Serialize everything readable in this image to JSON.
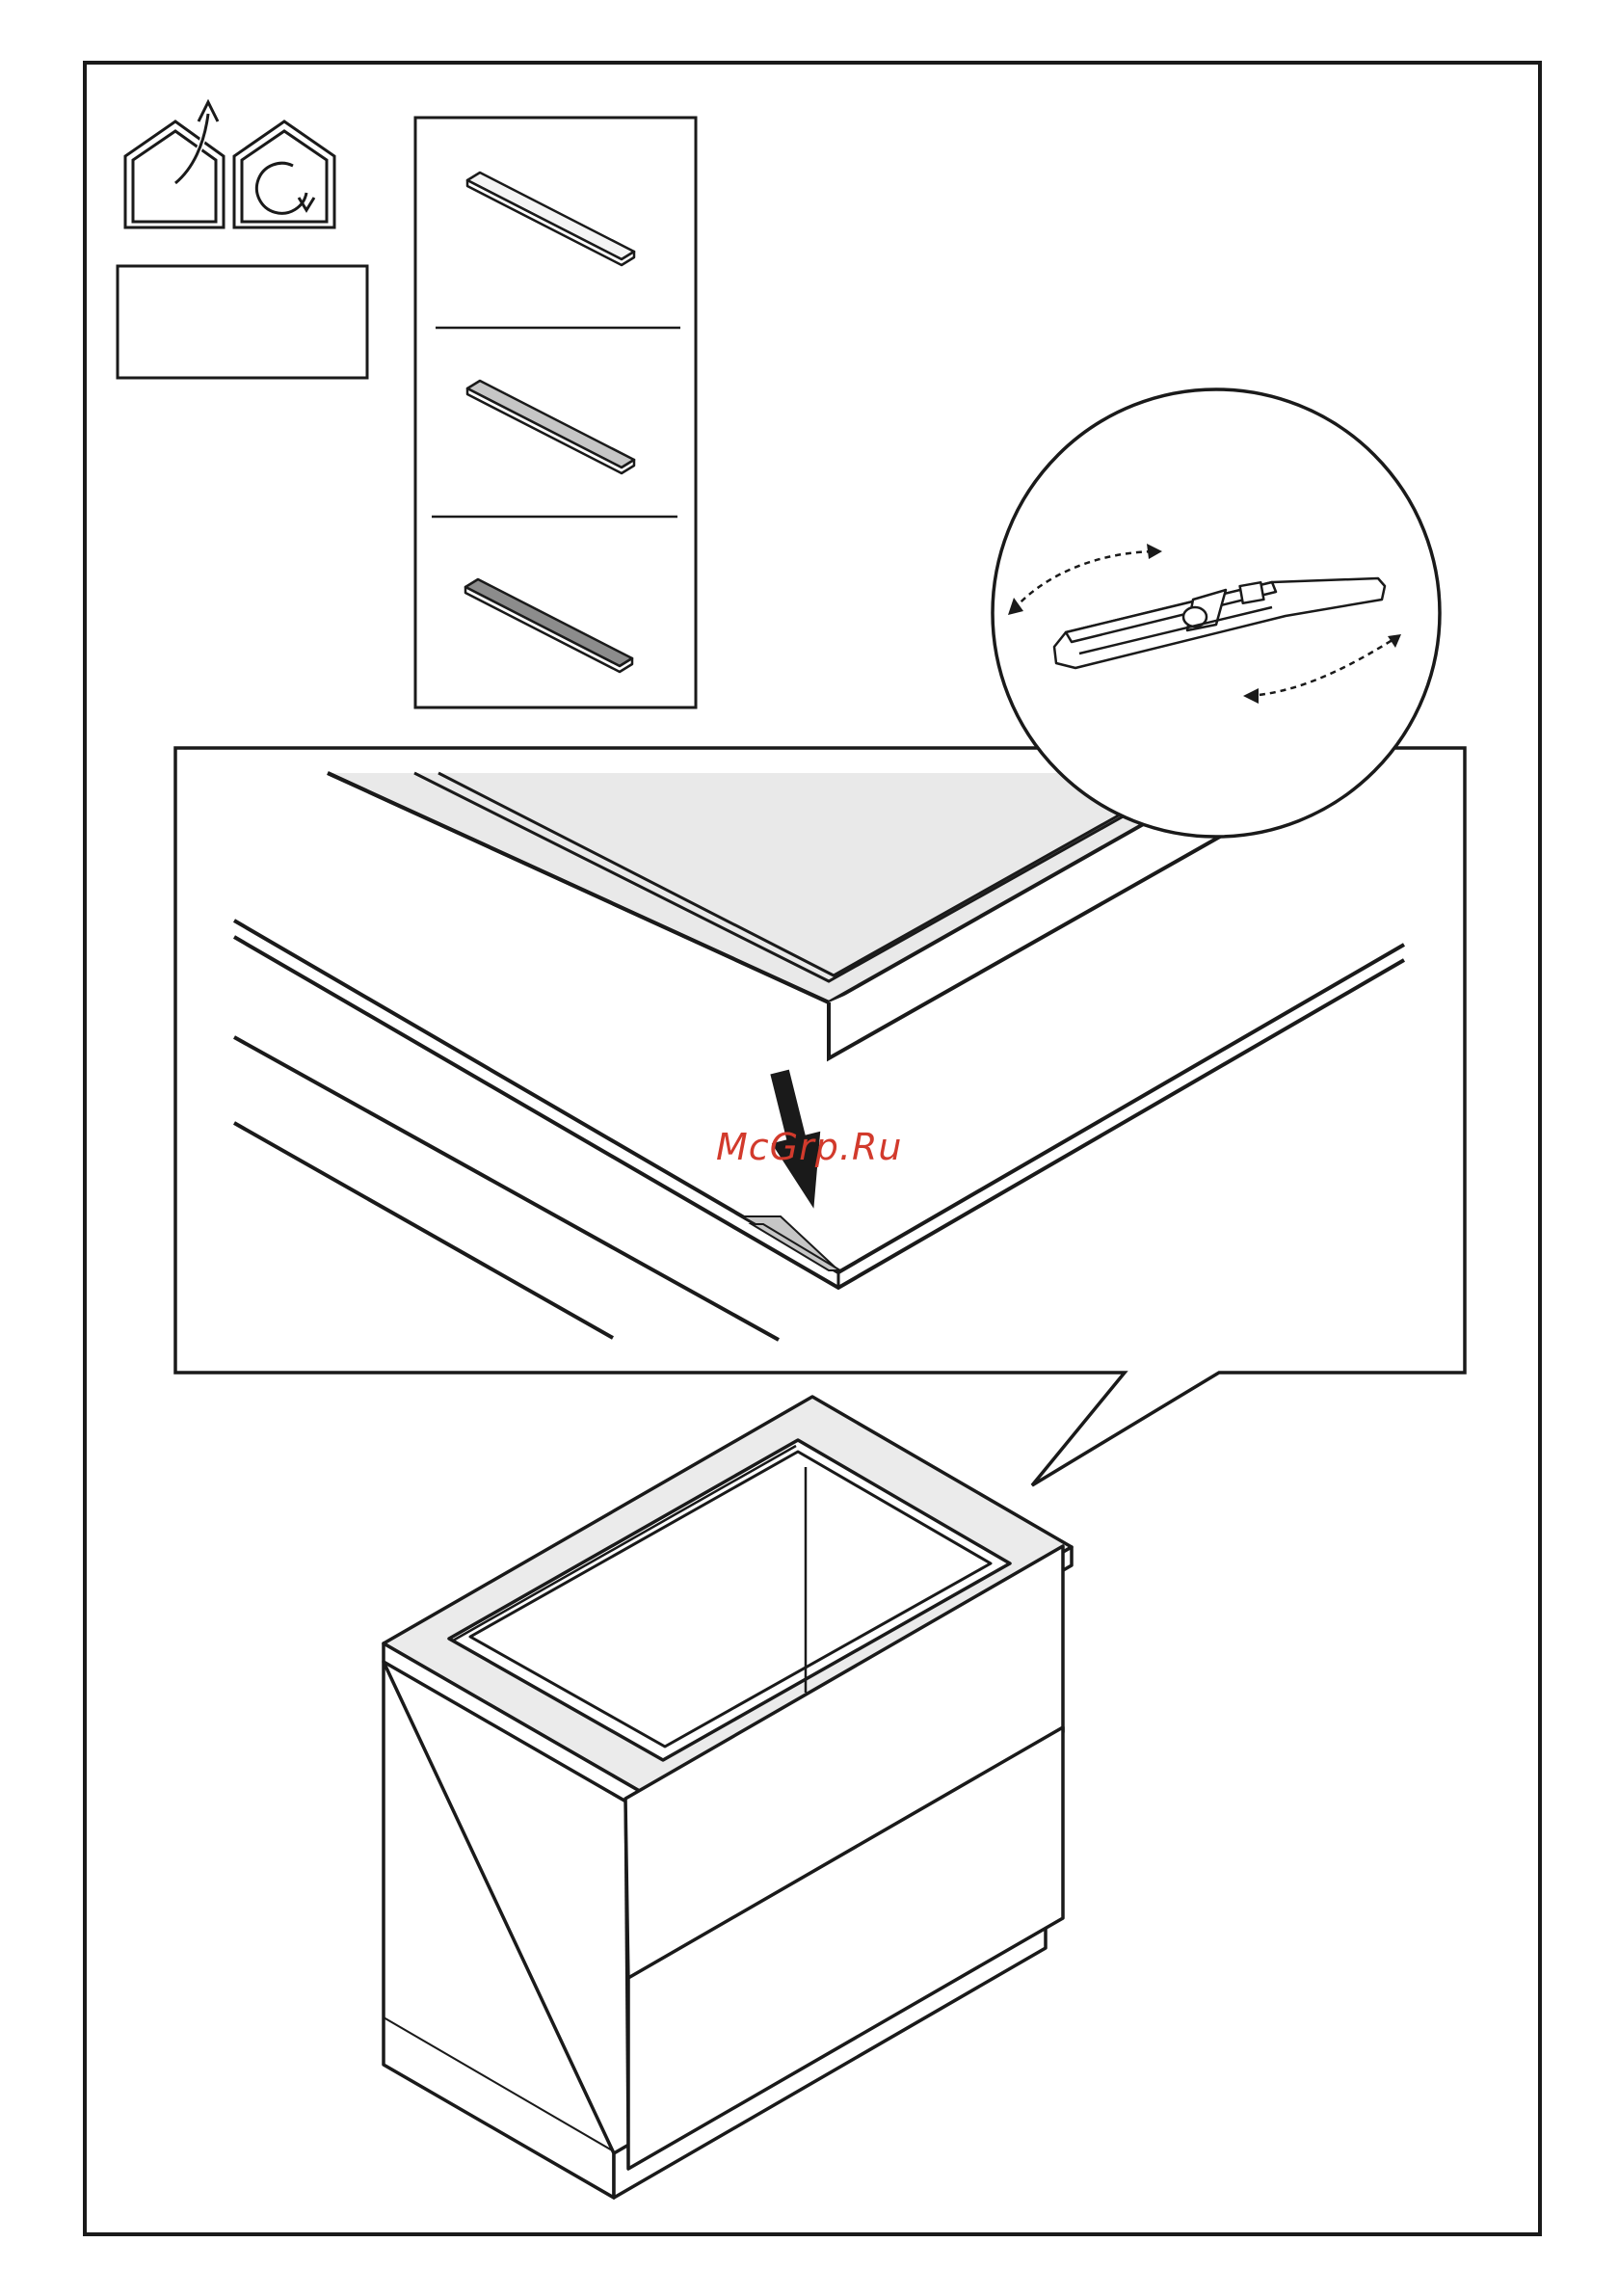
{
  "page": {
    "type": "assembly-instruction-step"
  },
  "icons": {
    "house_exit": "house-arrow-out-icon",
    "house_rotate": "house-rotate-icon"
  },
  "label_box": {
    "text": ""
  },
  "shims": {
    "count": 3,
    "shades": [
      "#f0f0f0",
      "#c8c8c8",
      "#8a8a8a"
    ]
  },
  "callout": {
    "tool": "spirit-level-icon"
  },
  "watermark": {
    "text": "McGrp.Ru",
    "color": "#d23a2c"
  },
  "colors": {
    "stroke": "#1a1a1a",
    "panel_fill": "#ebebeb",
    "arrow": "#1a1a1a"
  }
}
